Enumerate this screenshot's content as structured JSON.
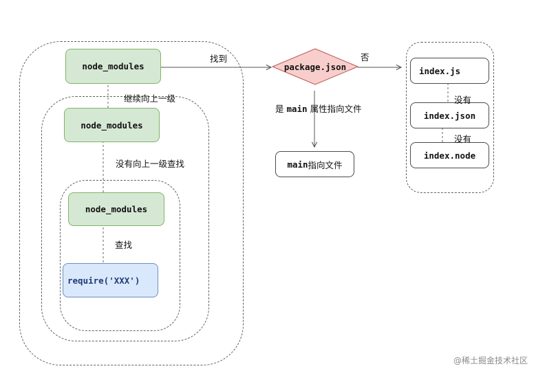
{
  "nodes": {
    "node_modules_top": "node_modules",
    "node_modules_middle": "node_modules",
    "node_modules_bottom": "node_modules",
    "require": "require('XXX')",
    "package_json": "package.json",
    "main_target": {
      "mono": "main",
      "text": " 指向文件"
    },
    "index_js": "index.js",
    "index_json": "index.json",
    "index_node": "index.node"
  },
  "edge_labels": {
    "found": "找到",
    "continue_up": "继续向上一级",
    "not_found_search_up": "没有向上一级查找",
    "search": "查找",
    "no": "否",
    "yes_main": {
      "prefix": "是 ",
      "mono": "main",
      "suffix": " 属性指向文件"
    },
    "none_1": "没有",
    "none_2": "没有"
  },
  "watermark": "@稀土掘金技术社区",
  "colors": {
    "green_fill": "#d5e8d4",
    "green_stroke": "#82b366",
    "blue_fill": "#dae8fc",
    "blue_stroke": "#6c8ebf",
    "diamond_fill": "#f8cecc",
    "diamond_stroke": "#b85450"
  }
}
